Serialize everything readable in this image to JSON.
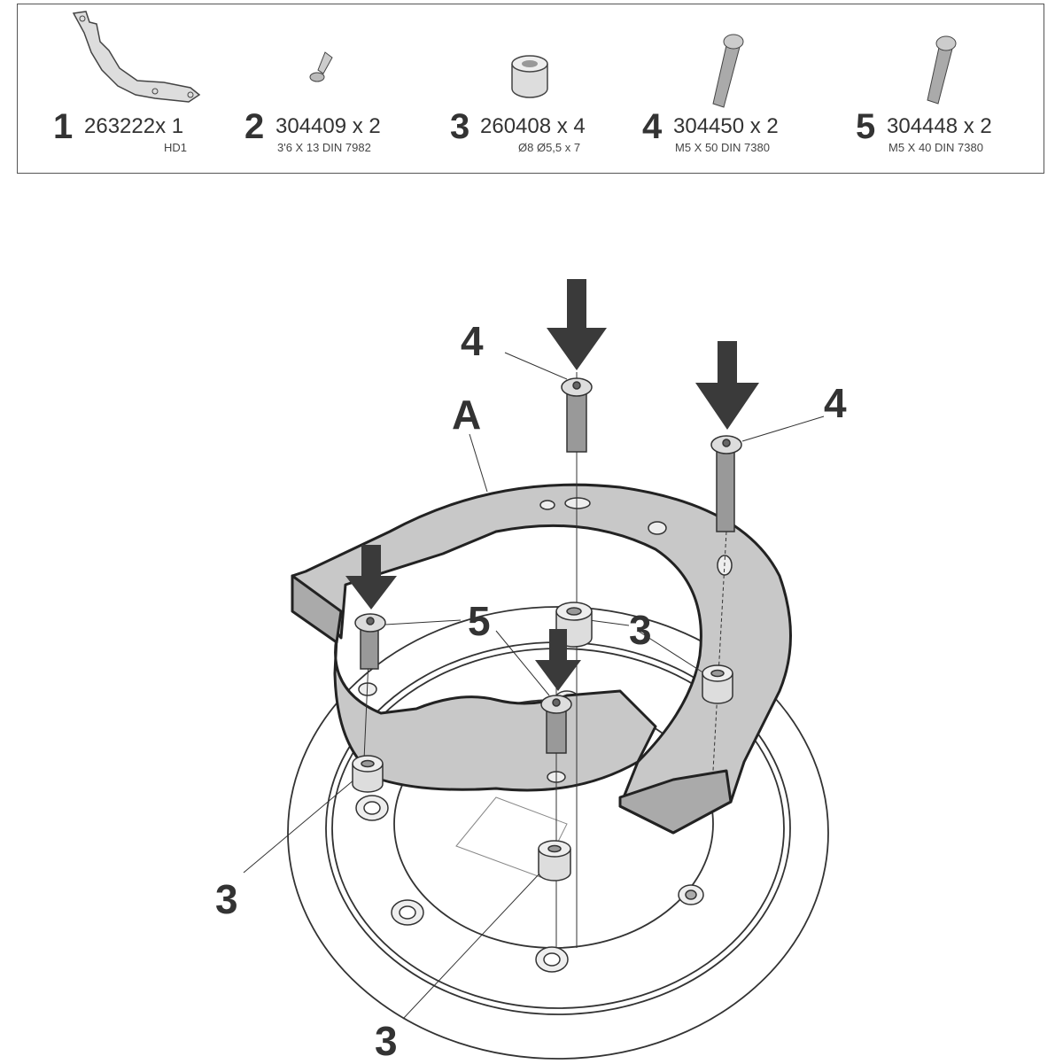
{
  "parts": [
    {
      "number": "1",
      "code": "263222x 1",
      "spec": "HD1"
    },
    {
      "number": "2",
      "code": "304409 x 2",
      "spec": "3'6 X 13 DIN 7982"
    },
    {
      "number": "3",
      "code": "260408 x 4",
      "spec": "Ø8 Ø5,5 x 7"
    },
    {
      "number": "4",
      "code": "304450 x 2",
      "spec": "M5 X 50 DIN 7380"
    },
    {
      "number": "5",
      "code": "304448 x 2",
      "spec": "M5 X 40 DIN 7380"
    }
  ],
  "callouts": {
    "bolt_4_left": "4",
    "bolt_4_right": "4",
    "ring_A": "A",
    "bolt_5": "5",
    "spacer_3_right": "3",
    "spacer_3_left": "3",
    "spacer_3_bottom": "3"
  },
  "colors": {
    "part_fill": "#c8c8c8",
    "arrow": "#3a3a3a",
    "outline": "#333333"
  }
}
